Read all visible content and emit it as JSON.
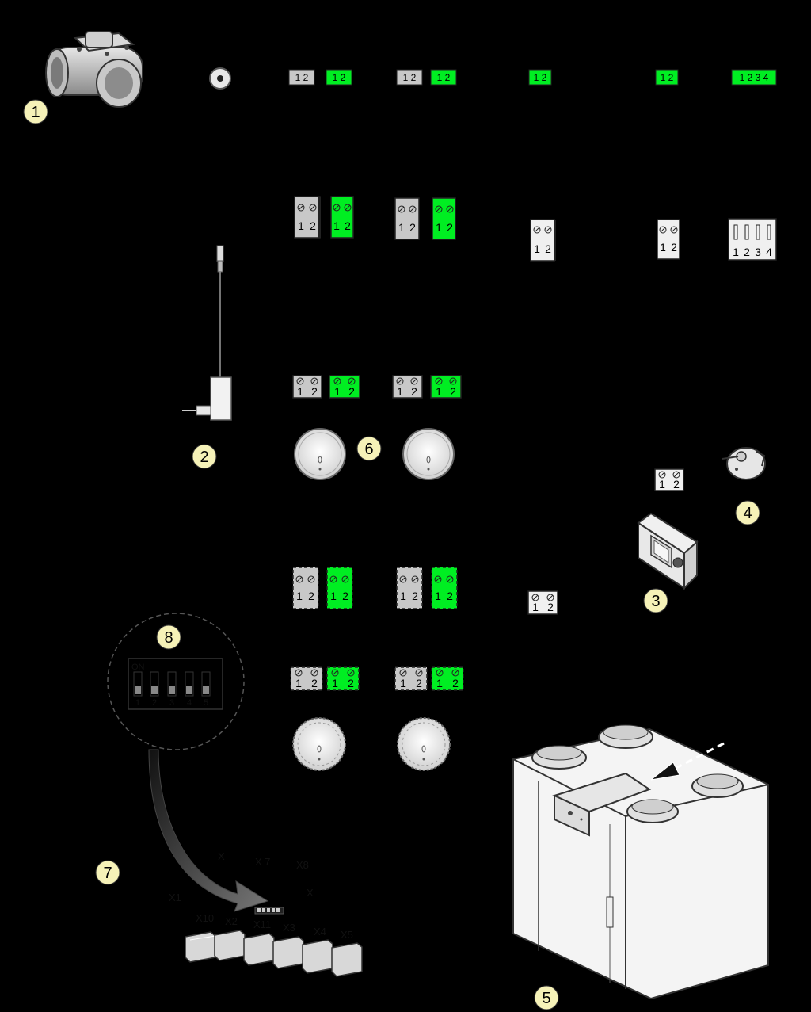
{
  "callouts": [
    "1",
    "2",
    "3",
    "4",
    "5",
    "6",
    "7",
    "8"
  ],
  "pins": {
    "one": "1",
    "two": "2",
    "three": "3",
    "four": "4",
    "pair": "1 2",
    "quad": "1 2 3 4"
  },
  "board_labels": [
    "X",
    "X 7",
    "X8",
    "X1",
    "X",
    "X10",
    "X2",
    "X11",
    "X3",
    "X4",
    "X5"
  ],
  "dip_switch": {
    "on_label": "ON",
    "numbers": [
      "1",
      "2",
      "3",
      "4",
      "5"
    ]
  },
  "colors": {
    "background": "#000000",
    "green": "#00ee22",
    "grey": "#c8c8c8",
    "callout": "#f6f2b8",
    "unit": "#f4f4f4"
  }
}
